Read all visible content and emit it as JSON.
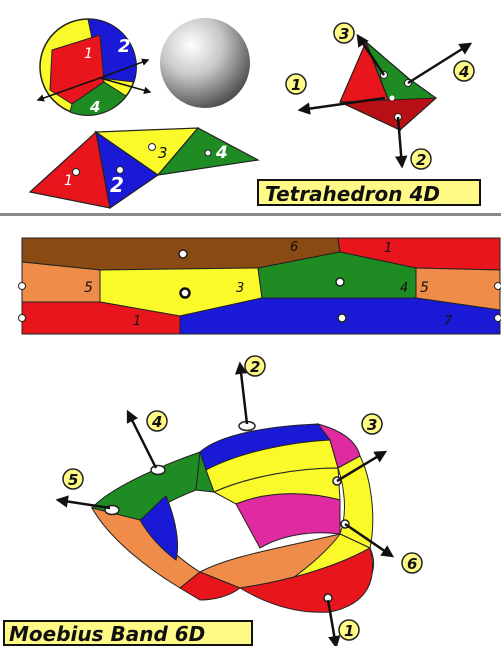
{
  "captions": {
    "tetrahedron": "Tetrahedron 4D",
    "moebius": "Moebius Band 6D"
  },
  "colors": {
    "red": "#e8161c",
    "blue": "#1a1ad6",
    "green": "#1e8c22",
    "yellow": "#fafa2a",
    "brown": "#8a4a14",
    "orange": "#f08c4a",
    "magenta": "#e02aa0",
    "label_fill": "#fffa86"
  },
  "sphere_labels": [
    "1",
    "2",
    "4"
  ],
  "net_labels": [
    "1",
    "2",
    "3",
    "4"
  ],
  "tetra_labels": [
    "1",
    "2",
    "3",
    "4"
  ],
  "strip_labels": [
    "6",
    "1",
    "5",
    "3",
    "4",
    "5",
    "1",
    "7"
  ],
  "moebius_labels": [
    "1",
    "2",
    "3",
    "4",
    "5",
    "6"
  ]
}
